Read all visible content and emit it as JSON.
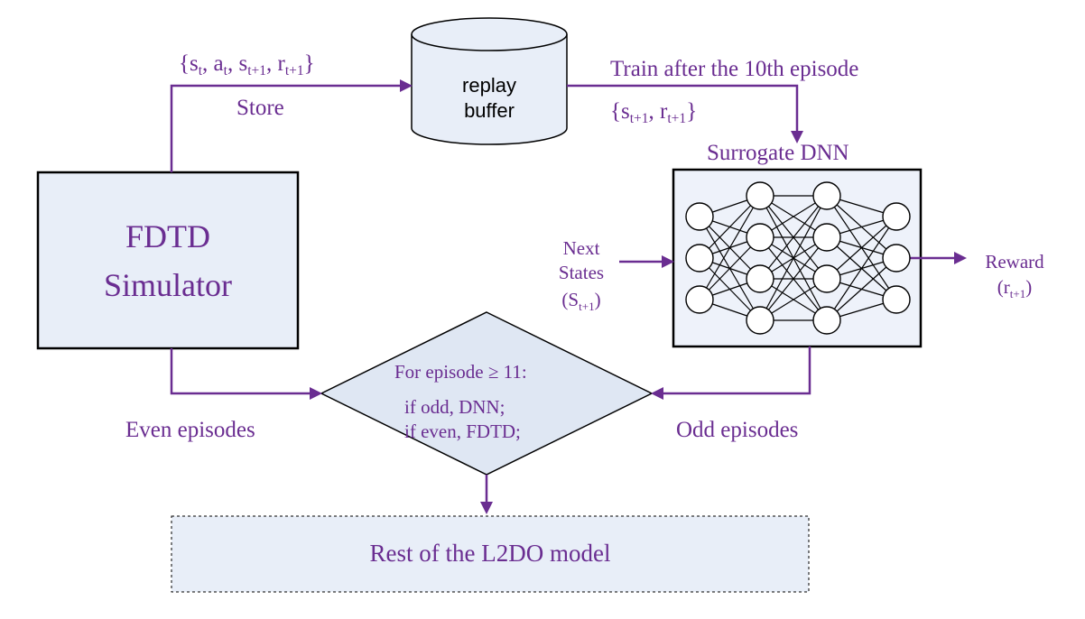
{
  "colors": {
    "accent": "#6a2d91",
    "box_fill": "#e8eef8",
    "diamond_fill": "#dfe7f3",
    "outline": "#000000"
  },
  "labels": {
    "transition_main": "{s",
    "transition_t": "t",
    "transition_a": ", a",
    "transition_sep1": ", s",
    "transition_t1a": "t+1",
    "transition_sep2": ", r",
    "transition_t1b": "t+1",
    "transition_close": "}",
    "store": "Store",
    "train_after": "Train after the 10th episode",
    "next_main": "{s",
    "next_t1": "t+1",
    "next_sep": ", r",
    "next_t1b": "t+1",
    "next_close": "}",
    "surrogate_title": "Surrogate DNN",
    "next_states_line1": "Next",
    "next_states_line2": "States",
    "next_states_s": "(S",
    "next_states_sub": "t+1",
    "next_states_close": ")",
    "reward": "Reward",
    "reward_r": "(r",
    "reward_sub": "t+1",
    "reward_close": ")",
    "even_episodes": "Even episodes",
    "odd_episodes": "Odd episodes"
  },
  "nodes": {
    "replay_line1": "replay",
    "replay_line2": "buffer",
    "fdtd_line1": "FDTD",
    "fdtd_line2": "Simulator",
    "decision_line1": "For episode ≥ 11:",
    "decision_line2": "if odd, DNN;",
    "decision_line3": "if even, FDTD;",
    "rest": "Rest of the L2DO model"
  },
  "network": {
    "layers": [
      3,
      4,
      4,
      3
    ]
  }
}
